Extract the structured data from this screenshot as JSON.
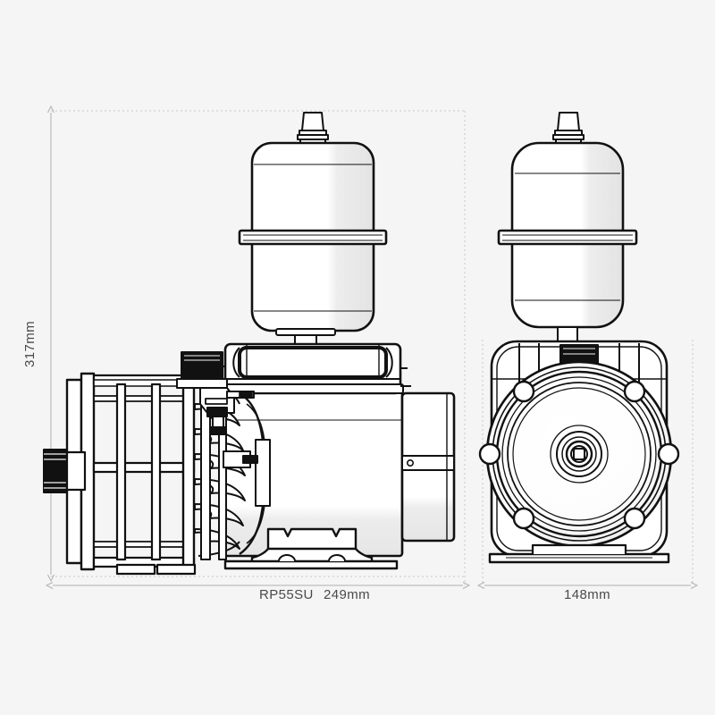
{
  "drawing": {
    "type": "technical-dimensioned-product-drawing",
    "subject": "shower booster pump with accumulator vessel",
    "background_color": "#f5f5f5",
    "line_color": "#111111",
    "dimension_line_color": "#b0b0b0",
    "dimension_text_color": "#4a4a4a",
    "views": [
      {
        "id": "side-view",
        "label": "side elevation"
      },
      {
        "id": "end-view",
        "label": "end elevation"
      }
    ]
  },
  "dimensions": {
    "height": {
      "value": "317mm",
      "orientation": "vertical",
      "position": "left"
    },
    "width_side": {
      "value": "249mm",
      "orientation": "horizontal",
      "position": "bottom-left"
    },
    "width_end": {
      "value": "148mm",
      "orientation": "horizontal",
      "position": "bottom-right"
    }
  },
  "labels": {
    "model": "RP55SU"
  },
  "components": {
    "accumulator_vessel": "accumulator-vessel",
    "air_valve_cap": "air-valve-cap",
    "vessel_band": "vessel-clamp-band",
    "motor_body": "motor-housing",
    "terminal_box": "terminal-box",
    "junction_box": "junction-box",
    "mounting_foot": "mounting-foot",
    "pump_head": "pump-head-assembly",
    "inlet_port": "inlet-port",
    "fan_cowl": "fan-cowl",
    "end_plate": "motor-end-plate",
    "shaft_hub": "shaft-hub"
  }
}
